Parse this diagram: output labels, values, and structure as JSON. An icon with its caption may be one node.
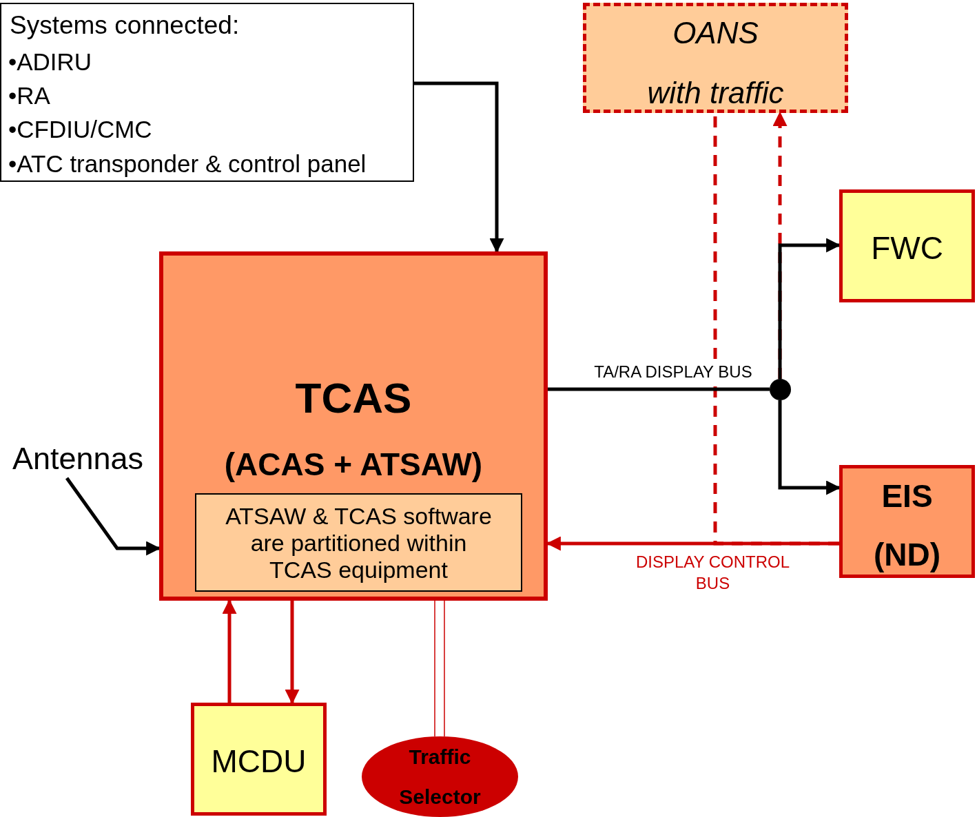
{
  "diagram": {
    "nodes": [
      {
        "text": [
          "Systems connected:",
          "•ADIRU",
          "•RA",
          "•CFDIU/CMC",
          "•ATC transponder & control panel"
        ]
      },
      {
        "text": [
          "OANS",
          "with traffic"
        ]
      },
      {
        "text": [
          "TCAS",
          "(ACAS + ATSAW)"
        ]
      },
      {
        "text": [
          "ATSAW & TCAS software are partitioned within TCAS equipment"
        ],
        "in": 2
      },
      {
        "text": [
          "FWC"
        ]
      },
      {
        "text": [
          "EIS",
          "(ND)"
        ]
      },
      {
        "text": [
          "Antennas"
        ]
      },
      {
        "text": [
          "MCDU"
        ]
      },
      {
        "text": [
          "Traffic",
          "Selector"
        ]
      },
      {
        "text": [],
        "shape": "circle"
      }
    ],
    "edges": [
      {
        "from": 0,
        "to": 2,
        "arrow": "to",
        "color": "#000000"
      },
      {
        "from": 2,
        "to": 9,
        "arrow": "none",
        "label": "TA/RA DISPLAY BUS",
        "color": "#000000"
      },
      {
        "from": 9,
        "to": 4,
        "arrow": "to",
        "color": "#000000"
      },
      {
        "from": 9,
        "to": 5,
        "arrow": "to",
        "color": "#000000"
      },
      {
        "from": 9,
        "to": 1,
        "arrow": "to",
        "style": "dashed",
        "color": "#cc0000"
      },
      {
        "from": 5,
        "to": 2,
        "arrow": "to",
        "label": "DISPLAY CONTROL BUS",
        "color": "#cc0000"
      },
      {
        "from": 5,
        "to": 1,
        "arrow": "none",
        "style": "dashed",
        "color": "#cc0000"
      },
      {
        "from": 6,
        "to": 2,
        "arrow": "to",
        "color": "#000000"
      },
      {
        "from": 7,
        "to": 2,
        "arrow": "to",
        "color": "#cc0000"
      },
      {
        "from": 2,
        "to": 7,
        "arrow": "to",
        "color": "#cc0000"
      },
      {
        "from": 8,
        "to": 2,
        "arrow": "none",
        "color": "#cc0000"
      }
    ]
  }
}
